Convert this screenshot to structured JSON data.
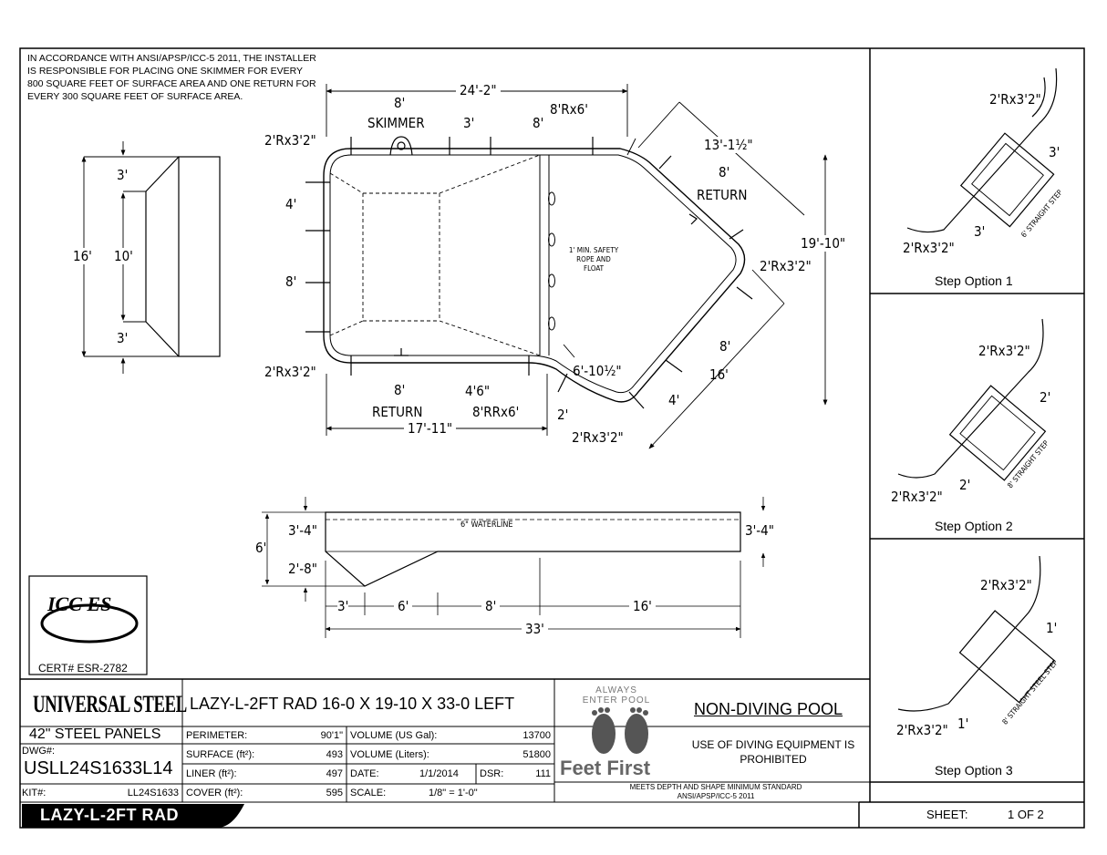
{
  "notes": {
    "installer_note": "IN ACCORDANCE WITH ANSI/APSP/ICC-5 2011, THE INSTALLER IS RESPONSIBLE FOR PLACING ONE SKIMMER FOR EVERY 800 SQUARE FEET OF SURFACE AREA AND ONE RETURN FOR EVERY 300 SQUARE FEET OF SURFACE AREA."
  },
  "plan": {
    "overall_length_top": "24'-2\"",
    "top_seg_1": "8'",
    "top_seg_2": "3'",
    "top_seg_3": "8'",
    "skimmer": "SKIMMER",
    "corner_top_left": "2'Rx3'2\"",
    "corner_bottom_left": "2'Rx3'2\"",
    "corner_right": "2'Rx3'2\"",
    "corner_bottom": "2'Rx3'2\"",
    "radius_top": "8'Rx6'",
    "radius_bottom": "8'RRx6'",
    "diag_top_len": "13'-1½\"",
    "diag_top_seg": "8'",
    "return_right": "RETURN",
    "overall_height_right": "19'-10\"",
    "left_seg_1": "4'",
    "left_seg_2": "8'",
    "bottom_seg_1": "8'",
    "return_bottom": "RETURN",
    "bottom_seg_2": "4'6\"",
    "bottom_seg_3": "2'",
    "overall_length_bottom": "17'-11\"",
    "diag_bottom_seg_1": "8'",
    "diag_bottom_len": "16'",
    "diag_bottom_seg_2": "4'",
    "diag_inner": "6'-10½\"",
    "safety_rope": "1' MIN. SAFETY ROPE AND FLOAT"
  },
  "end_view": {
    "width": "16'",
    "center": "10'",
    "top": "3'",
    "bottom": "3'"
  },
  "profile": {
    "left_depth": "3'-4\"",
    "right_depth": "3'-4\"",
    "deep_depth": "6'",
    "step_depth": "2'-8\"",
    "waterline": "6\" WATERLINE",
    "seg_1": "3'",
    "seg_2": "6'",
    "seg_3": "8'",
    "seg_4": "16'",
    "overall": "33'"
  },
  "steps": [
    {
      "title": "Step Option 1",
      "radius_top": "2'Rx3'2\"",
      "radius_bottom": "2'Rx3'2\"",
      "dim_a": "3'",
      "dim_b": "3'",
      "label": "6' STRAIGHT STEP"
    },
    {
      "title": "Step Option 2",
      "radius_top": "2'Rx3'2\"",
      "radius_bottom": "2'Rx3'2\"",
      "dim_a": "2'",
      "dim_b": "2'",
      "label": "8' STRAIGHT STEP"
    },
    {
      "title": "Step Option 3",
      "radius_top": "2'Rx3'2\"",
      "radius_bottom": "2'Rx3'2\"",
      "dim_a": "1'",
      "dim_b": "1'",
      "label": "8' STRAIGHT STEEL STEP"
    }
  ],
  "cert": {
    "logo_text": "ICC ES",
    "number": "CERT# ESR-2782"
  },
  "title_block": {
    "brand": "UNIVERSAL STEEL",
    "panels": "42\"  STEEL PANELS",
    "dwg_label": "DWG#:",
    "dwg_number": "USLL24S1633L14",
    "kit_label": "KIT#:",
    "kit_number": "LL24S1633",
    "model_badge": "LAZY-L-2FT RAD",
    "description": "LAZY-L-2FT RAD 16-0 X 19-10 X 33-0 LEFT",
    "perimeter_label": "PERIMETER:",
    "perimeter": "90'1\"",
    "surface_label": "SURFACE (ft²):",
    "surface": "493",
    "liner_label": "LINER (ft²):",
    "liner": "497",
    "cover_label": "COVER (ft²):",
    "cover": "595",
    "volume_gal_label": "VOLUME (US Gal):",
    "volume_gal": "13700",
    "volume_l_label": "VOLUME (Liters):",
    "volume_l": "51800",
    "date_label": "DATE:",
    "date": "1/1/2014",
    "dsr_label": "DSR:",
    "dsr": "111",
    "scale_label": "SCALE:",
    "scale": "1/8\" = 1'-0\"",
    "logo_top": "ALWAYS ENTER POOL",
    "logo_bottom": "Feet First",
    "non_diving": "NON-DIVING POOL",
    "diving_warning": "USE OF DIVING EQUIPMENT IS PROHIBITED",
    "standard": "MEETS DEPTH AND SHAPE MINIMUM STANDARD ANSI/APSP/ICC-5 2011",
    "sheet_label": "SHEET:",
    "sheet": "1 OF 2"
  }
}
